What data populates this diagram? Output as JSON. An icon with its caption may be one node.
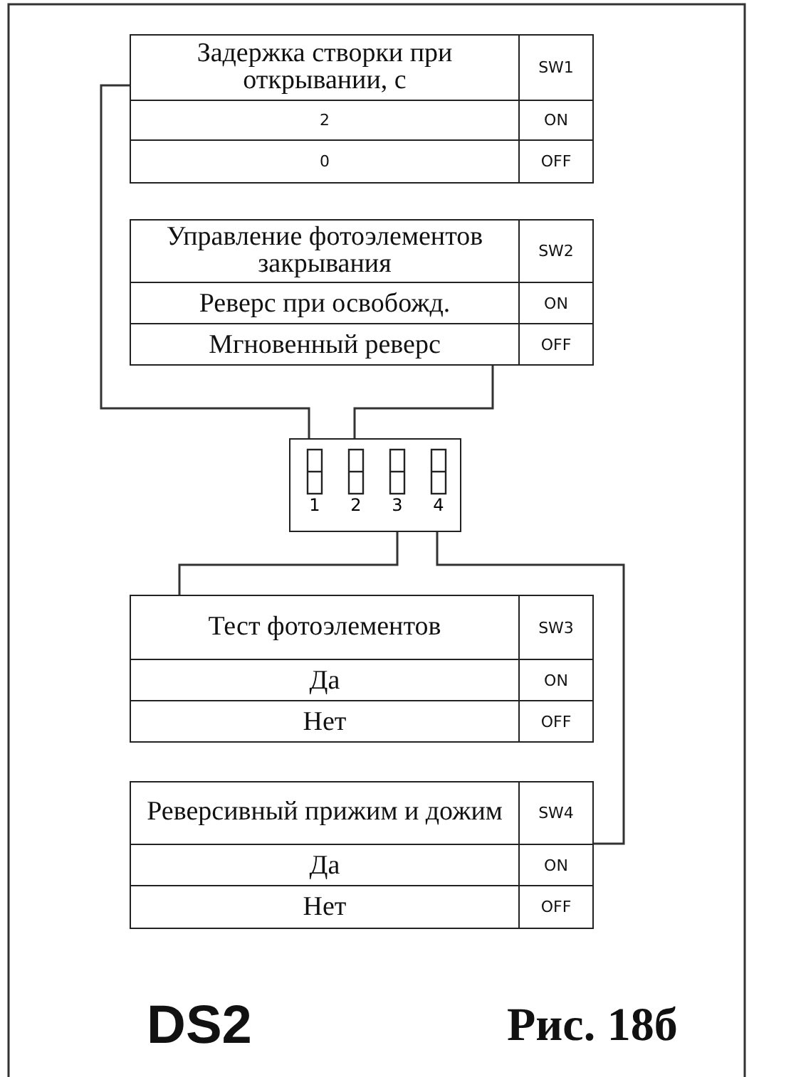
{
  "diagram": {
    "nodes": [
      {
        "text": [
          "Задержка створки при открывании, с",
          "SW1",
          "2",
          "ON",
          "0",
          "OFF"
        ]
      },
      {
        "text": [
          "Управление фотоэлементов закрывания",
          "SW2",
          "Реверс при освобожд.",
          "ON",
          "Мгновенный реверс",
          "OFF"
        ]
      },
      {
        "text": [
          "Тест фотоэлементов",
          "SW3",
          "Да",
          "ON",
          "Нет",
          "OFF"
        ]
      },
      {
        "text": [
          "Реверсивный прижим и дожим",
          "SW4",
          "Да",
          "ON",
          "Нет",
          "OFF"
        ]
      },
      {
        "text": [
          "1",
          "2",
          "3",
          "4"
        ]
      }
    ],
    "edges": [
      {
        "from": 0,
        "to": 4,
        "arrow": "none"
      },
      {
        "from": 1,
        "to": 4,
        "arrow": "none"
      },
      {
        "from": 4,
        "to": 2,
        "arrow": "none"
      },
      {
        "from": 4,
        "to": 3,
        "arrow": "none"
      }
    ],
    "labels": [
      "DS2",
      "Рис. 18б"
    ]
  }
}
